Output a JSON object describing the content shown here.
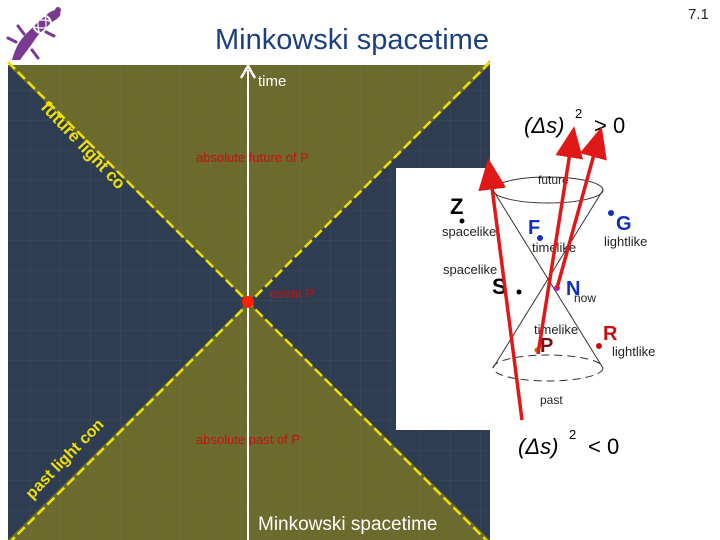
{
  "slide": {
    "title": "Minkowski spacetime",
    "number": "7.1"
  },
  "diagram": {
    "time_axis": "time",
    "future_light_cone": "future light cone",
    "past_light_cone": "past light cone",
    "absolute_future": "absolute future of P",
    "absolute_past": "absolute past of P",
    "event": "event P",
    "caption": "Minkowski spacetime"
  },
  "inset": {
    "future": "future",
    "past": "past",
    "now": "now",
    "points": {
      "Z": "Z",
      "F": "F",
      "G": "G",
      "S": "S",
      "N": "N",
      "P": "P",
      "R": "R"
    },
    "relations": {
      "spacelike_z": "spacelike",
      "spacelike_s": "spacelike",
      "timelike_f": "timelike",
      "timelike_p": "timelike",
      "lightlike_g": "lightlike",
      "lightlike_r": "lightlike"
    }
  },
  "equations": {
    "top_lhs": "(Δs)",
    "top_exp": "2",
    "top_rel": "> 0",
    "bottom_lhs": "(Δs)",
    "bottom_exp": "2",
    "bottom_rel": "< 0"
  },
  "colors": {
    "dark_region": "#2f3d52",
    "olive_region": "#6b6b2e",
    "light_cone_line": "#f0e000",
    "event_dot": "#ff2000",
    "label_red": "#c81010",
    "arrow_red": "#e01818",
    "point_blue": "#1030c0"
  }
}
